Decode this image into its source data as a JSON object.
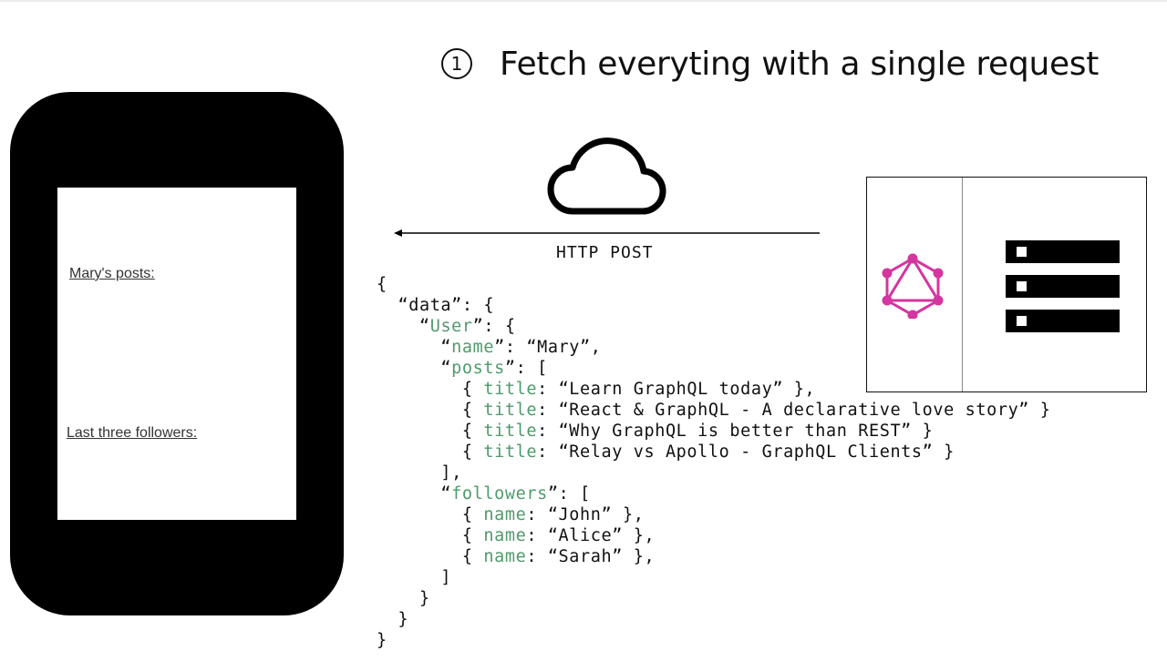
{
  "heading": {
    "step_number": "1",
    "title": "Fetch everyting with a single request"
  },
  "phone": {
    "posts_label": "Mary's posts:",
    "followers_label": "Last three followers:"
  },
  "transfer": {
    "method_label": "HTTP POST"
  },
  "colors": {
    "graphql_logo": "#d4359f",
    "json_key": "#4f9a6a"
  },
  "icons": [
    "cloud-icon",
    "graphql-logo-icon",
    "server-rack-icon"
  ],
  "response_code": [
    [
      "{"
    ],
    [
      "  “data”: {"
    ],
    [
      "    “",
      {
        "k": "User"
      },
      "”: {"
    ],
    [
      "      “",
      {
        "k": "name"
      },
      "”: “Mary”,"
    ],
    [
      "      “",
      {
        "k": "posts"
      },
      "”: ["
    ],
    [
      "        { ",
      {
        "k": "title"
      },
      ": “Learn GraphQL today” },"
    ],
    [
      "        { ",
      {
        "k": "title"
      },
      ": “React & GraphQL - A declarative love story” }"
    ],
    [
      "        { ",
      {
        "k": "title"
      },
      ": “Why GraphQL is better than REST” }"
    ],
    [
      "        { ",
      {
        "k": "title"
      },
      ": “Relay vs Apollo - GraphQL Clients” }"
    ],
    [
      "      ],"
    ],
    [
      "      “",
      {
        "k": "followers"
      },
      "”: ["
    ],
    [
      "        { ",
      {
        "k": "name"
      },
      ": “John” },"
    ],
    [
      "        { ",
      {
        "k": "name"
      },
      ": “Alice” },"
    ],
    [
      "        { ",
      {
        "k": "name"
      },
      ": “Sarah” },"
    ],
    [
      "      ]"
    ],
    [
      "    }"
    ],
    [
      "  }"
    ],
    [
      "}"
    ]
  ]
}
